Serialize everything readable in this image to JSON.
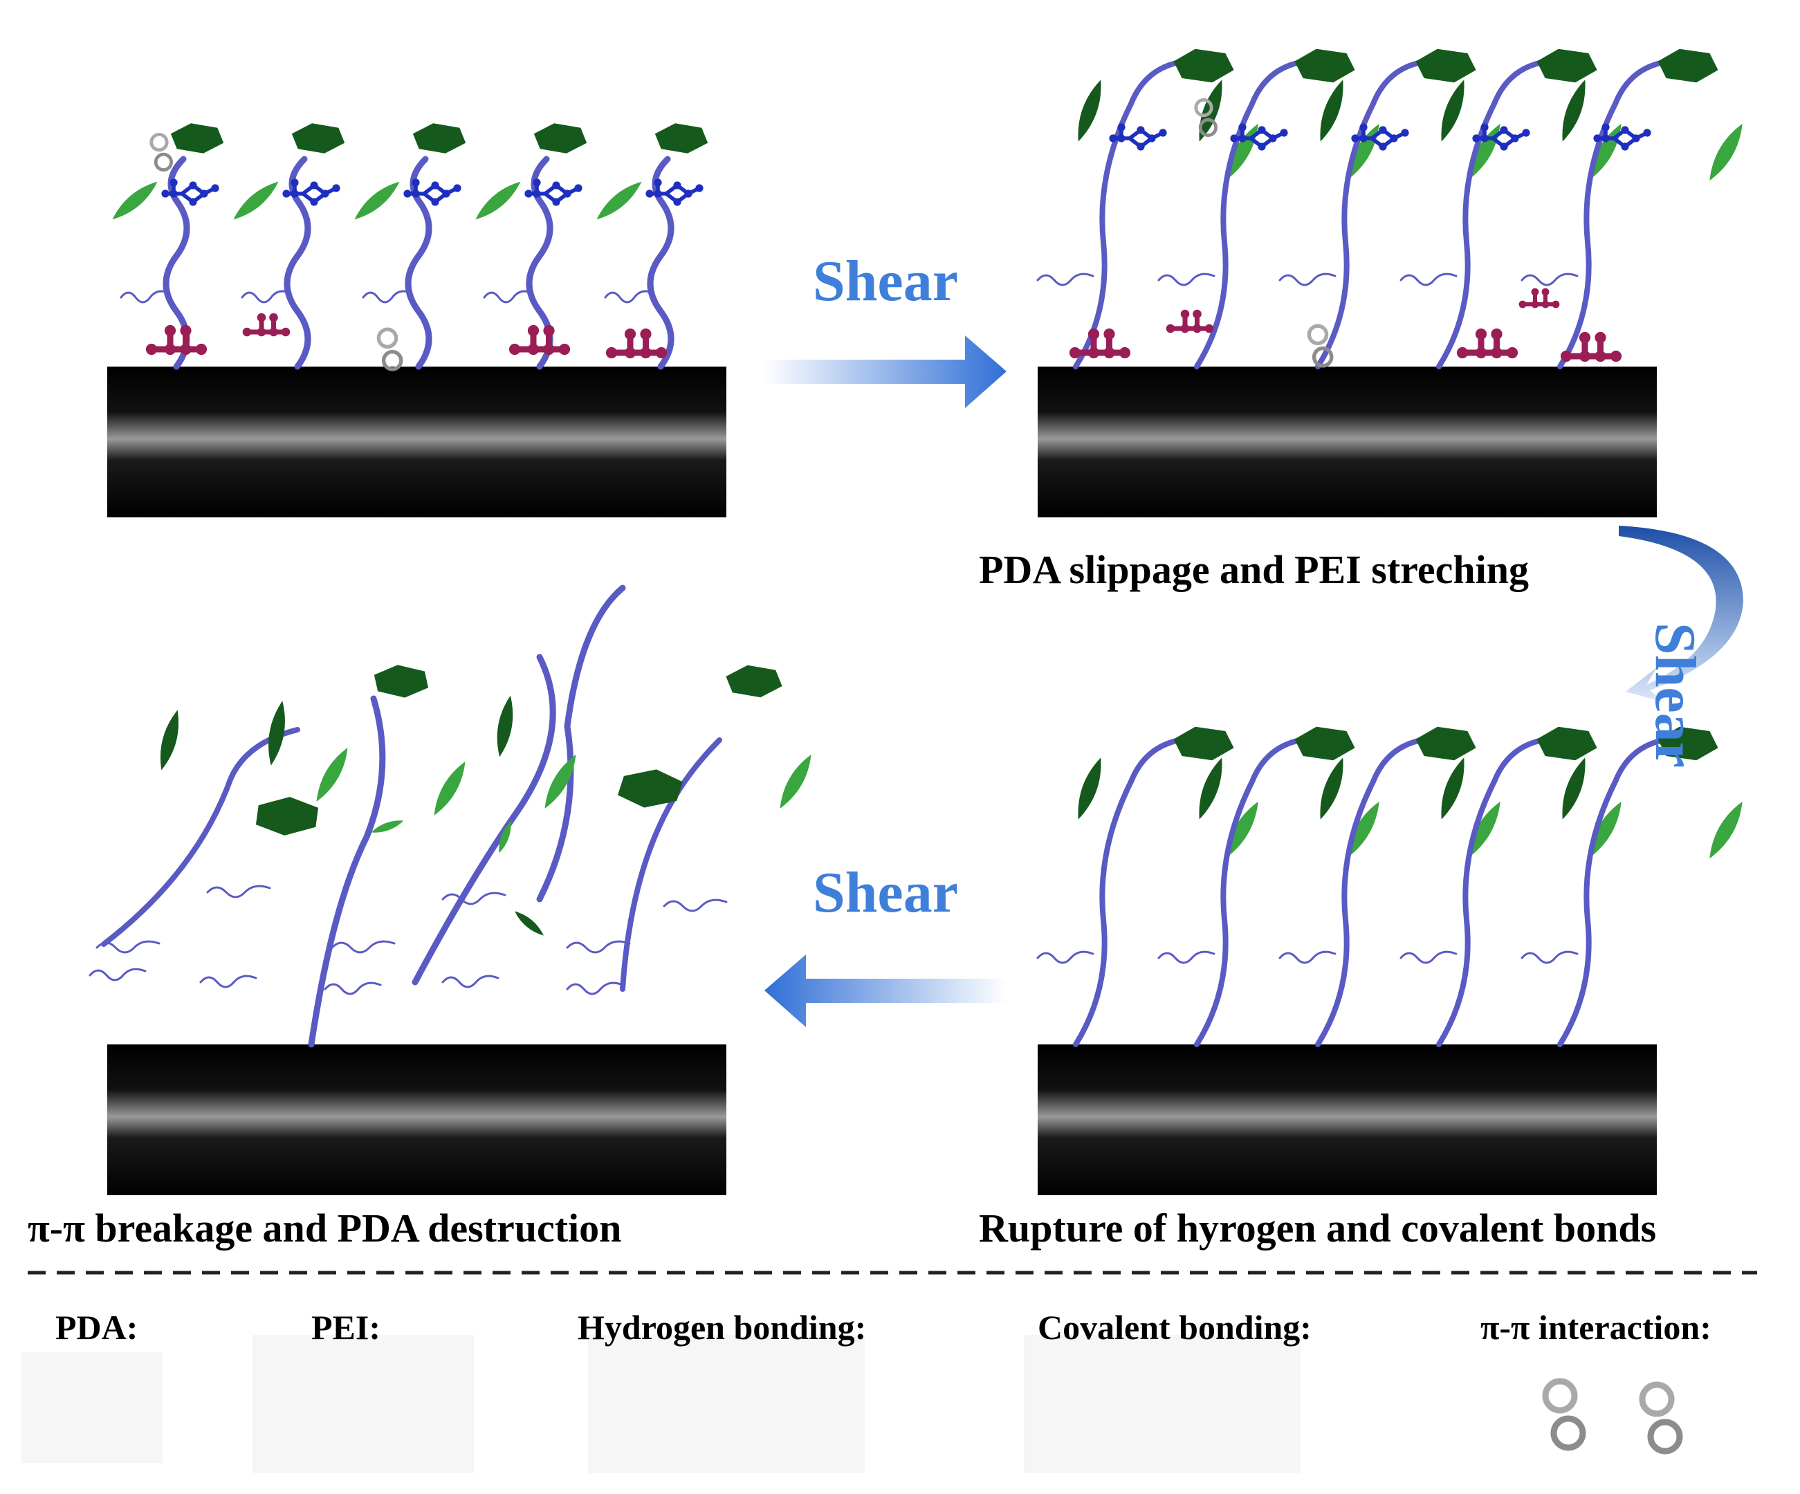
{
  "colors": {
    "pda_dark": "#155a1c",
    "pda_light": "#3aa63f",
    "pei": "#5a5ac4",
    "hydrogen_bond": "#1e2fbf",
    "covalent_bond": "#9a1e55",
    "pi_pi": "#a9a9a9",
    "arrow": "#3a7be0",
    "fiber": "#000000"
  },
  "panels": {
    "top_left": {
      "caption": ""
    },
    "top_right": {
      "caption": "PDA slippage and PEI streching"
    },
    "bottom_right": {
      "caption": "Rupture of hyrogen and covalent bonds"
    },
    "bottom_left": {
      "caption": "π-π breakage and PDA destruction"
    }
  },
  "arrows": {
    "top": {
      "label": "Shear",
      "direction": "right"
    },
    "right": {
      "label": "Shear",
      "direction": "down"
    },
    "bottom": {
      "label": "Shear",
      "direction": "left"
    }
  },
  "legend": {
    "items": [
      {
        "label": "PDA:",
        "icon": "hexagon-icon"
      },
      {
        "label": "PEI:",
        "icon": "pei-chain-icon"
      },
      {
        "label": "Hydrogen bonding:",
        "icon": "hydrogen-bond-icon"
      },
      {
        "label": "Covalent bonding:",
        "icon": "covalent-bond-icon"
      },
      {
        "label": "π-π interaction:",
        "icon": "pi-pi-icon"
      }
    ]
  }
}
